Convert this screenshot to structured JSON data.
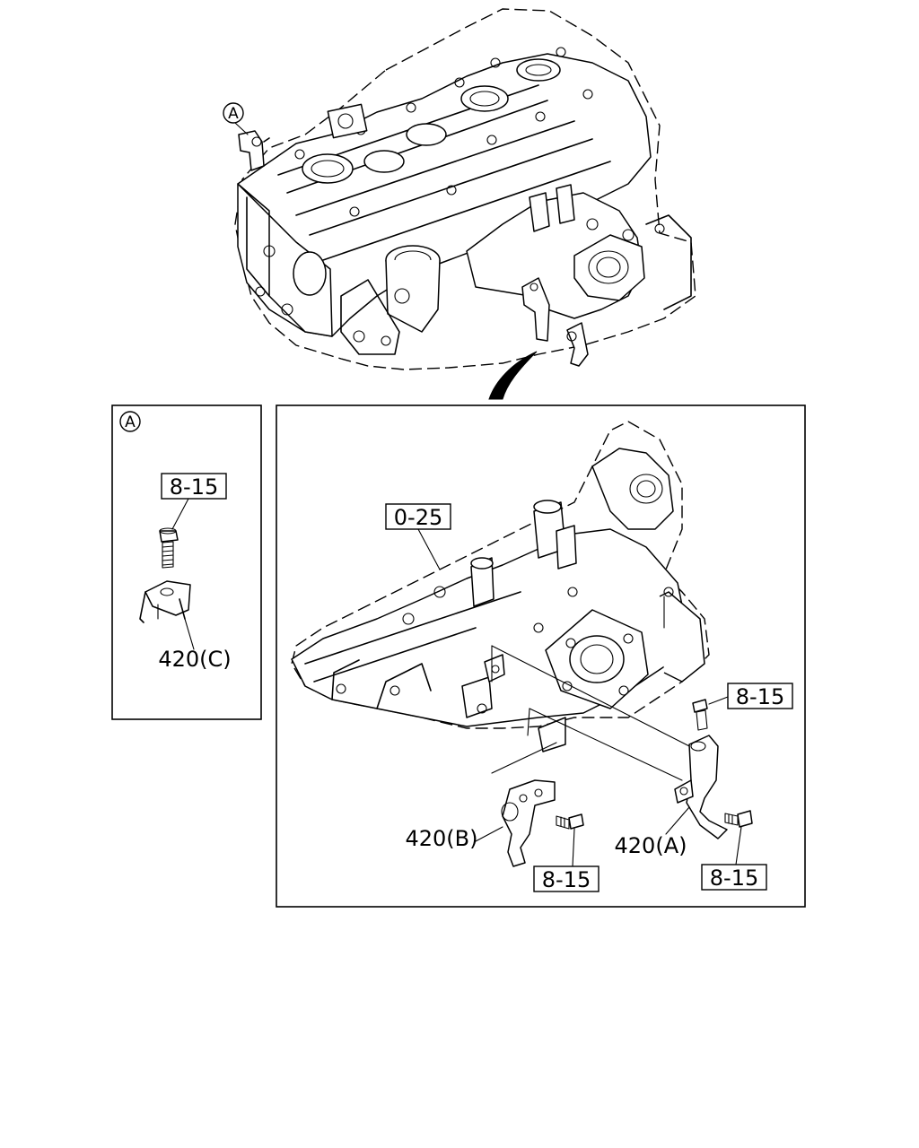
{
  "diagram": {
    "detail_marker": "A",
    "inset": {
      "marker": "A",
      "bolt_ref": "8-15",
      "part_label": "420(C)"
    },
    "main": {
      "manifold_ref": "0-25",
      "bracket_a_label": "420(A)",
      "bracket_b_label": "420(B)",
      "bolt_ref_top_right": "8-15",
      "bolt_ref_bottom_center": "8-15",
      "bolt_ref_bottom_right": "8-15"
    }
  }
}
